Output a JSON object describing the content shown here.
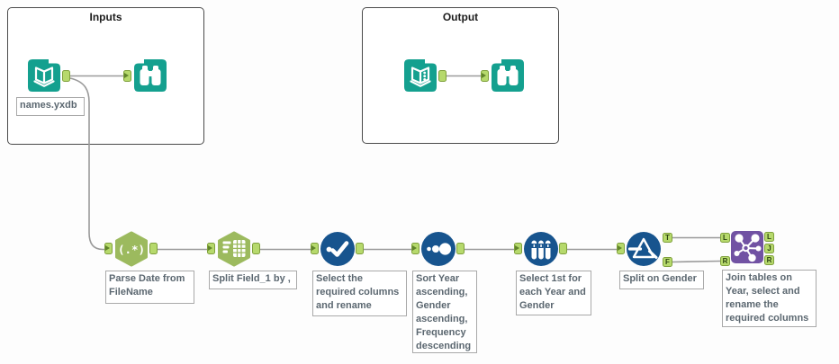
{
  "workflow": {
    "containers": {
      "inputs": {
        "title": "Inputs"
      },
      "output": {
        "title": "Output"
      }
    },
    "input_tool": {
      "filename": "names.yxdb"
    },
    "tools": {
      "regex": {
        "glyph": "(.*)",
        "annotation": "Parse Date from\nFileName"
      },
      "text_to_columns": {
        "annotation": "Split Field_1 by ,"
      },
      "select": {
        "annotation": "Select the\nrequired columns\nand rename"
      },
      "sort": {
        "annotation": "Sort Year\nascending,\nGender\nascending,\nFrequency\ndescending"
      },
      "sample": {
        "annotation": "Select 1st for\neach Year and\nGender"
      },
      "filter": {
        "annotation": "Split on Gender",
        "anchors": {
          "true": "T",
          "false": "F"
        }
      },
      "join": {
        "annotation": "Join tables on\nYear, select and\nrename the\nrequired columns",
        "anchors": {
          "in_left": "L",
          "in_right": "R",
          "out_left": "L",
          "out_join": "J",
          "out_right": "R"
        }
      }
    },
    "colors": {
      "teal": "#14a08f",
      "olive": "#9cba5e",
      "blue": "#17548e",
      "purple": "#7152a3",
      "anchor_fill": "#b6d96c",
      "anchor_border": "#7fa03c",
      "wire": "#9a9a9a",
      "annotation_text": "#5b6770",
      "annotation_border": "#a9a9a9",
      "container_border": "#4a4a4a"
    }
  }
}
